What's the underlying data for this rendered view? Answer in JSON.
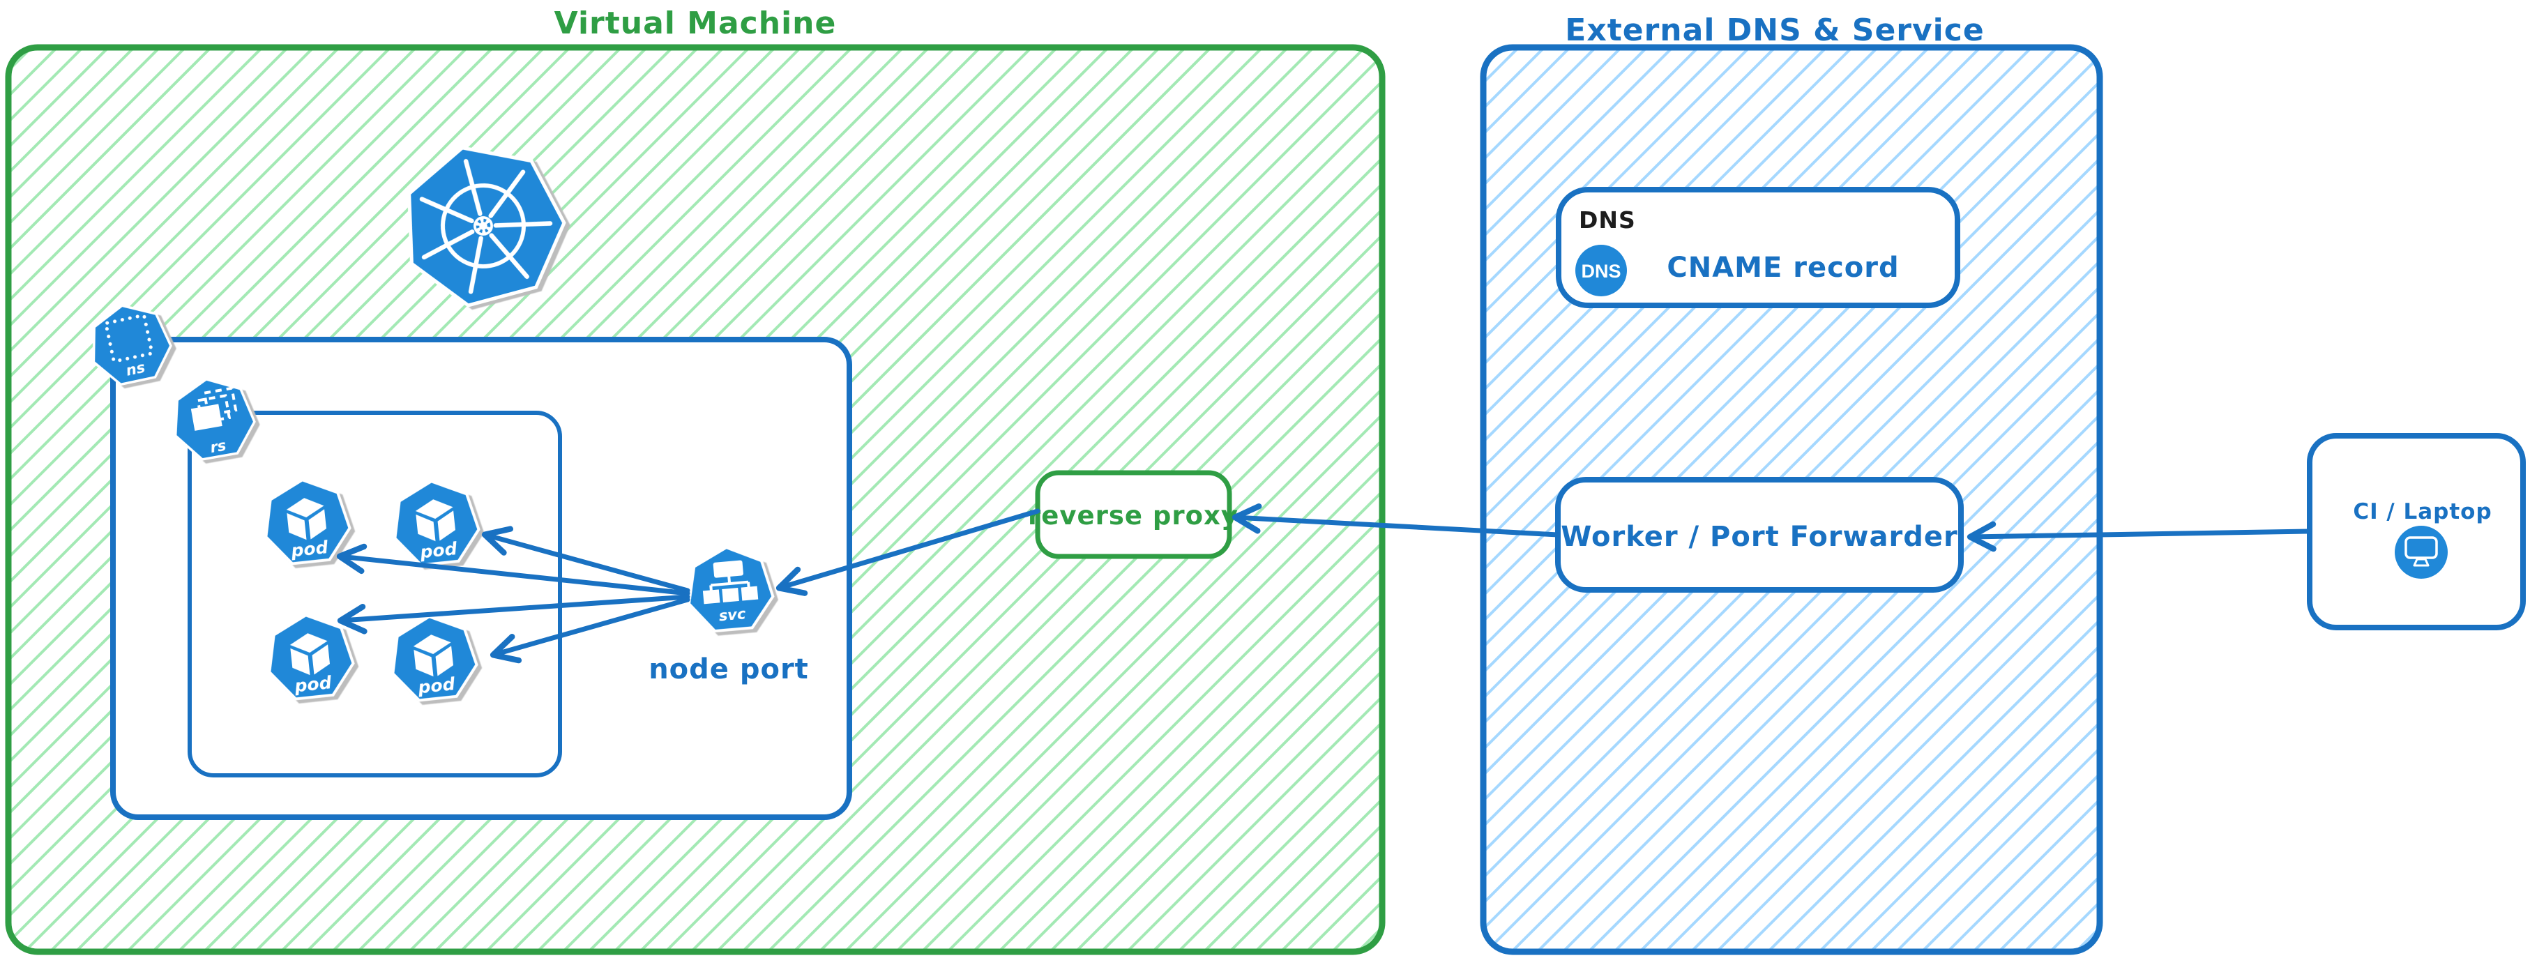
{
  "page": {
    "background": "#ffffff"
  },
  "colors": {
    "green": "#2f9e44",
    "green_hatch": "#a3e9b4",
    "blue": "#1971c2",
    "blue_hatch": "#a5d8ff",
    "node_blue": "#2088d8",
    "text_black": "#1d1d1d",
    "white": "#ffffff"
  },
  "diagram": {
    "vm": {
      "title": "Virtual Machine",
      "namespace_badge": "ns",
      "replicaset_badge": "rs",
      "pod_labels": [
        "pod",
        "pod",
        "pod",
        "pod"
      ],
      "service_badge": "svc",
      "service_caption": "node port",
      "reverse_proxy_label": "reverse proxy"
    },
    "external": {
      "title": "External DNS & Service",
      "dns_heading": "DNS",
      "dns_badge_label": "DNS",
      "cname_label": "CNAME record",
      "worker_label": "Worker / Port Forwarder"
    },
    "client": {
      "label": "CI / Laptop"
    },
    "icons": {
      "kubernetes": "kubernetes-wheel-icon",
      "namespace": "dotted-square-icon",
      "replicaset": "stacked-squares-icon",
      "pod": "cube-icon",
      "service": "topology-tree-icon",
      "dns": "dns-circle-badge-icon",
      "client": "monitor-icon"
    }
  }
}
